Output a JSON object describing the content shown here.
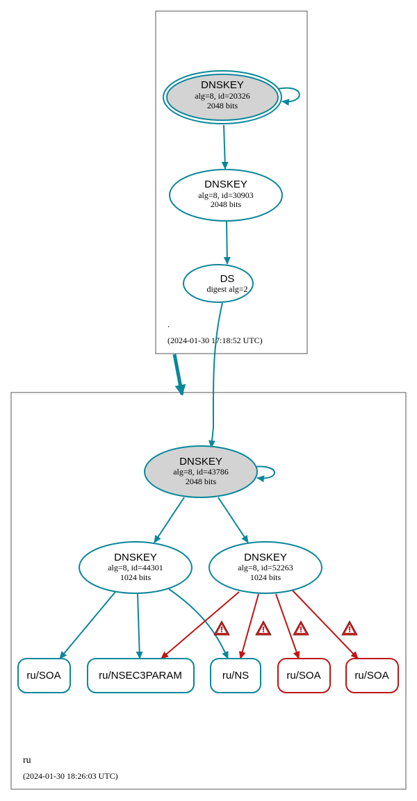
{
  "colors": {
    "ok": "#0a879a",
    "error": "#be1515",
    "key_fill_ksk": "#d3d3d3",
    "border": "#555555"
  },
  "zones": {
    "root": {
      "name": ".",
      "timestamp": "(2024-01-30 17:18:52 UTC)"
    },
    "ru": {
      "name": "ru",
      "timestamp": "(2024-01-30 18:26:03 UTC)"
    }
  },
  "nodes": {
    "root_ksk": {
      "type": "DNSKEY",
      "line1": "alg=8, id=20326",
      "line2": "2048 bits"
    },
    "root_zsk": {
      "type": "DNSKEY",
      "line1": "alg=8, id=30903",
      "line2": "2048 bits"
    },
    "ds": {
      "type": "DS",
      "line1": "digest alg=2"
    },
    "ru_ksk": {
      "type": "DNSKEY",
      "line1": "alg=8, id=43786",
      "line2": "2048 bits"
    },
    "ru_zsk1": {
      "type": "DNSKEY",
      "line1": "alg=8, id=44301",
      "line2": "1024 bits"
    },
    "ru_zsk2": {
      "type": "DNSKEY",
      "line1": "alg=8, id=52263",
      "line2": "1024 bits"
    }
  },
  "rrsets": [
    {
      "label": "ru/SOA",
      "status": "ok"
    },
    {
      "label": "ru/NSEC3PARAM",
      "status": "ok"
    },
    {
      "label": "ru/NS",
      "status": "ok"
    },
    {
      "label": "ru/SOA",
      "status": "error"
    },
    {
      "label": "ru/SOA",
      "status": "error"
    }
  ],
  "warnings": [
    {
      "icon": "warning-triangle-icon"
    },
    {
      "icon": "warning-triangle-icon"
    },
    {
      "icon": "warning-triangle-icon"
    },
    {
      "icon": "warning-triangle-icon"
    }
  ]
}
